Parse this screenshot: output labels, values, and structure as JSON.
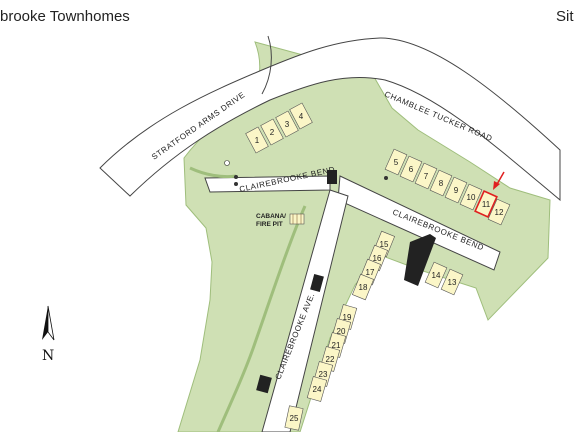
{
  "header": {
    "title": "brooke Townhomes",
    "right_text": "Sit"
  },
  "roads": {
    "chamblee_tucker": "CHAMBLEE TUCKER ROAD",
    "stratford_arms": "STRATFORD ARMS DRIVE",
    "clairebrooke_bend_west": "CLAIREBROOKE BEND",
    "clairebrooke_bend_east": "CLAIREBROOKE BEND",
    "clairebrooke_ave": "CLAIREBROOKE AVE."
  },
  "poi": {
    "cabana_line1": "CABANA/",
    "cabana_line2": "FIRE PIT"
  },
  "compass": {
    "letter": "N"
  },
  "units": [
    "1",
    "2",
    "3",
    "4",
    "5",
    "6",
    "7",
    "8",
    "9",
    "10",
    "11",
    "12",
    "13",
    "14",
    "15",
    "16",
    "17",
    "18",
    "19",
    "20",
    "21",
    "22",
    "23",
    "24",
    "25"
  ],
  "highlight": {
    "unit": "11",
    "color": "#e02020"
  },
  "colors": {
    "lawn": "#cfe0b4",
    "lawn_dark": "#9fbe7c",
    "building": "#fbf6c7",
    "road": "#ffffff",
    "road_edge": "#444444",
    "parking": "#222222"
  }
}
